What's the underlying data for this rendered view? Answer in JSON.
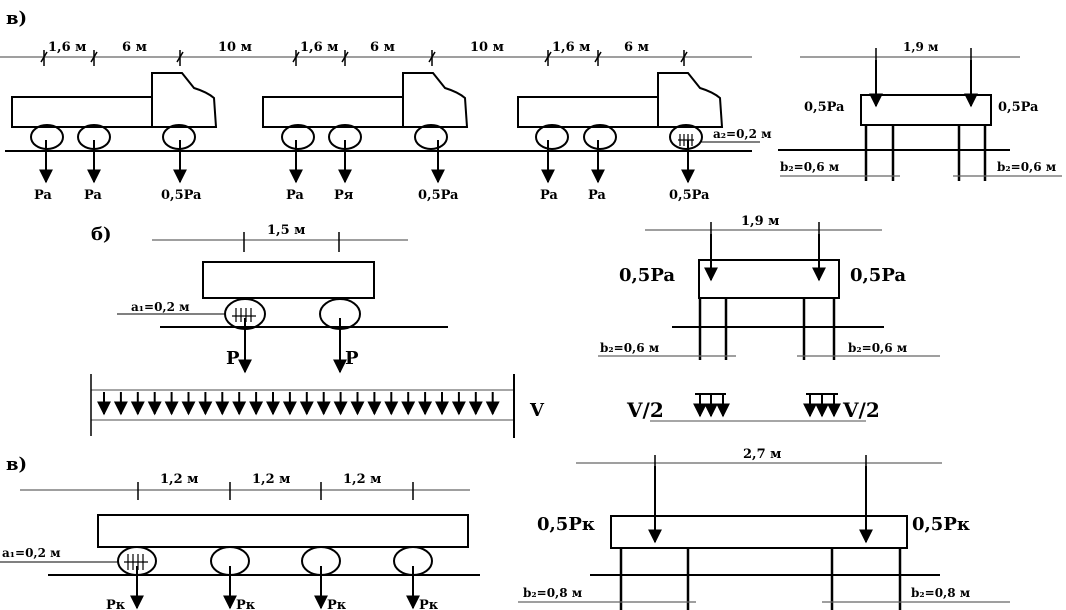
{
  "section_a": {
    "label": "в)",
    "dims": [
      "1,6 м",
      "6 м",
      "10 м",
      "1,6 м",
      "6 м",
      "10 м",
      "1,6 м",
      "6 м"
    ],
    "truck1_loads": [
      "Pa",
      "Pa",
      "0,5Pa"
    ],
    "truck2_loads": [
      "Pa",
      "Pя",
      "0,5Pa"
    ],
    "truck3_loads": [
      "Pa",
      "Pa",
      "0,5Pa"
    ],
    "a2": "a₂=0,2 м",
    "cross": {
      "width": "1,9 м",
      "left": "0,5Pa",
      "right": "0,5Pa",
      "b_left": "b₂=0,6 м",
      "b_right": "b₂=0,6 м"
    }
  },
  "section_b": {
    "label": "б)",
    "dim": "1,5 м",
    "a1": "a₁=0,2 м",
    "load_left": "P",
    "load_right": "P",
    "distributed": "V",
    "cross": {
      "width": "1,9 м",
      "left": "0,5Pa",
      "right": "0,5Pa",
      "b_left": "b₂=0,6 м",
      "b_right": "b₂=0,6 м",
      "v_left": "V/2",
      "v_right": "V/2"
    }
  },
  "section_c": {
    "label": "в)",
    "dims": [
      "1,2 м",
      "1,2 м",
      "1,2 м"
    ],
    "a1": "a₁=0,2 м",
    "loads": [
      "Pк",
      "Pк",
      "Pк",
      "Pк"
    ],
    "cross": {
      "width": "2,7 м",
      "left": "0,5Pк",
      "right": "0,5Pк",
      "b_left": "b₂=0,8 м",
      "b_right": "b₂=0,8 м"
    }
  }
}
